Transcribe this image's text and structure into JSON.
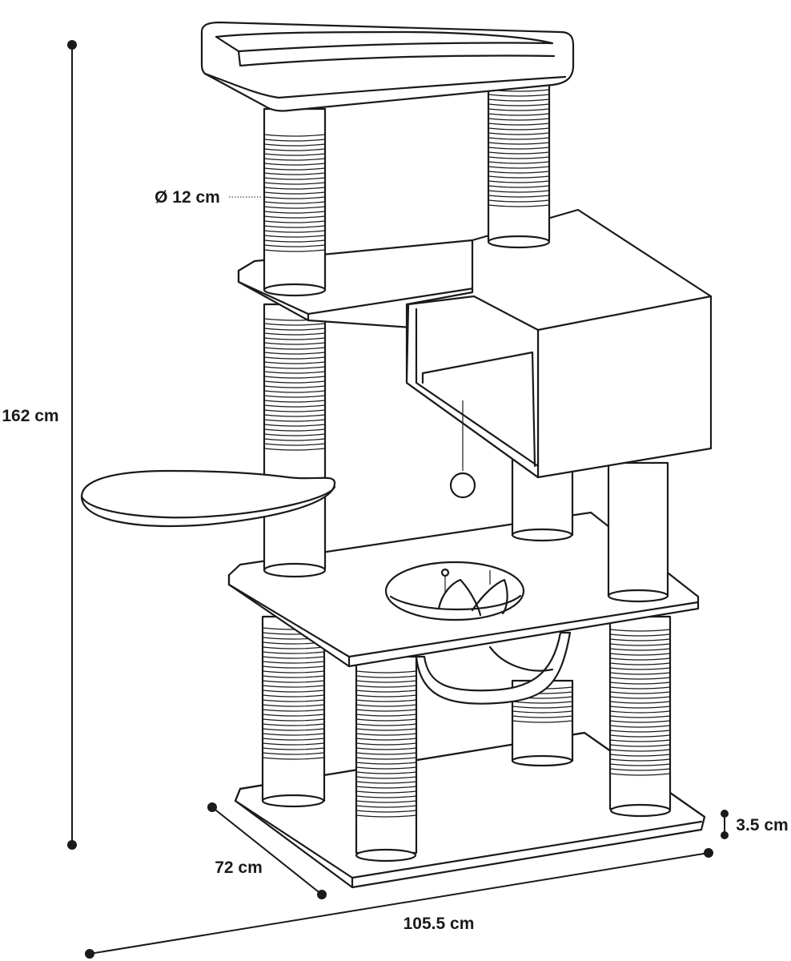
{
  "dimensions": {
    "height": "162 cm",
    "post_diameter": "Ø 12 cm",
    "depth": "72 cm",
    "width": "105.5 cm",
    "base_thickness": "3.5 cm"
  },
  "colors": {
    "line": "#1a1a1a",
    "background": "#ffffff"
  }
}
